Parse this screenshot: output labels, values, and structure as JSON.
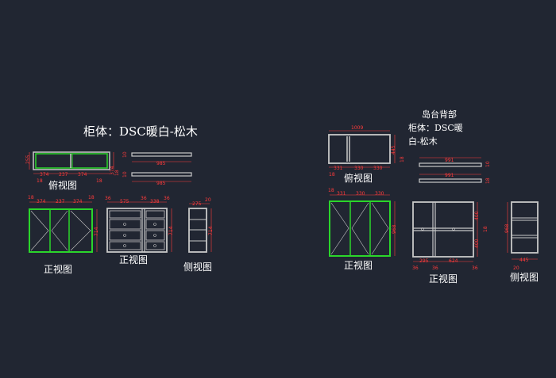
{
  "left_group": {
    "title": "柜体：DSC暖白-松木",
    "plan_label": "俯视图",
    "front_label_1": "正视图",
    "front_label_2": "正视图",
    "side_label": "侧视图",
    "dims": {
      "plan_top": [
        "374",
        "237",
        "374"
      ],
      "plan_left": "255",
      "plan_right_a": "374",
      "plan_right_b": "18",
      "plan_bottom_a": "18",
      "plan_bottom_b": "18",
      "shelf1": "985",
      "shelf1_side": "10",
      "shelf2": "985",
      "shelf2_side": "10",
      "front1_top": [
        "18",
        "374",
        "237",
        "374",
        "18"
      ],
      "front1_right": "714",
      "front2_top": [
        "36",
        "575",
        "36",
        "338",
        "36"
      ],
      "front2_right": "714",
      "side_top": [
        "275",
        "20"
      ],
      "side_right": "714"
    }
  },
  "right_group": {
    "title_line1": "岛台背部",
    "title_line2": "柜体：DSC暖",
    "title_line3": "白-松木",
    "plan_label": "俯视图",
    "front_label_1": "正视图",
    "front_label_2": "正视图",
    "side_label": "侧视图",
    "dims": {
      "plan_top": "1009",
      "plan_right": "445",
      "plan_right_b": "18",
      "plan_bottom": [
        "331",
        "330",
        "330"
      ],
      "plan_bottom_side": "18",
      "shelf1": "991",
      "shelf1_side": "10",
      "shelf2": "991",
      "shelf2_side": "18",
      "front1_top": [
        "18",
        "331",
        "330",
        "330"
      ],
      "front1_right": "968",
      "front2_right": [
        "400",
        "18",
        "400"
      ],
      "front2_bottom": [
        "36",
        "295",
        "36",
        "624",
        "36"
      ],
      "side_right": "968",
      "side_bottom": [
        "445",
        "20"
      ]
    }
  },
  "colors": {
    "background": "#212632",
    "line": "#c8c8c8",
    "green": "#2bd62b",
    "dim": "#ff3b3b",
    "text": "#ffffff"
  }
}
